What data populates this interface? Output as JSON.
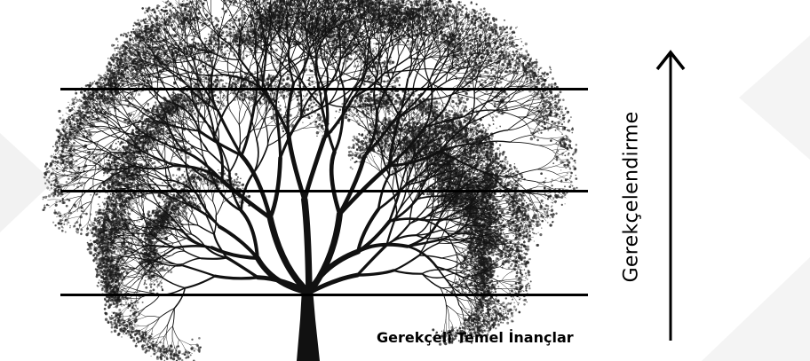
{
  "diagram": {
    "axis_label": "Gerekçelendirme",
    "base_label": "Gerekçeli Temel İnançlar",
    "image": "tree-icon",
    "arrow": "arrow-up-icon",
    "levels": 3,
    "colors": {
      "ink": "#000000",
      "background": "#ffffff",
      "watermark": "#f2f2f2"
    }
  }
}
